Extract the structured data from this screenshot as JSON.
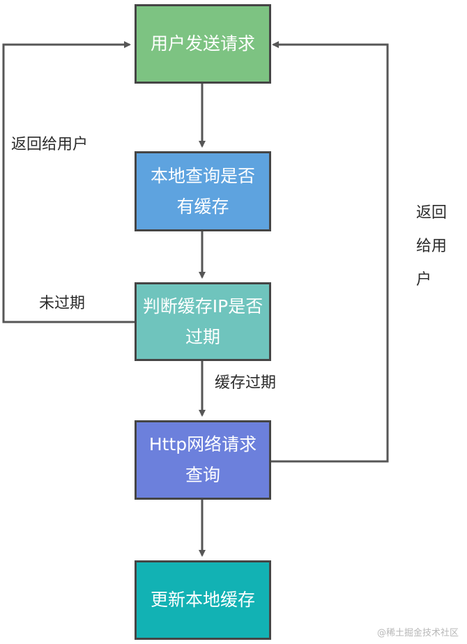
{
  "nodes": {
    "user_request": {
      "text": "用户发送请求",
      "color": "#7dc382"
    },
    "local_query": {
      "text": "本地查询是否有缓存",
      "color": "#5ea3df"
    },
    "check_expired": {
      "text": "判断缓存IP是否过期",
      "color": "#6fc4bd"
    },
    "http_query": {
      "text": "Http网络请求查询",
      "color": "#6c80dc"
    },
    "update_cache": {
      "text": "更新本地缓存",
      "color": "#12b2b4"
    }
  },
  "edge_labels": {
    "return_left": "返回给用户",
    "not_expired": "未过期",
    "cache_expired": "缓存过期",
    "return_right": "返回给用户"
  },
  "arrow_color": "#565656",
  "watermark": "@稀土掘金技术社区"
}
